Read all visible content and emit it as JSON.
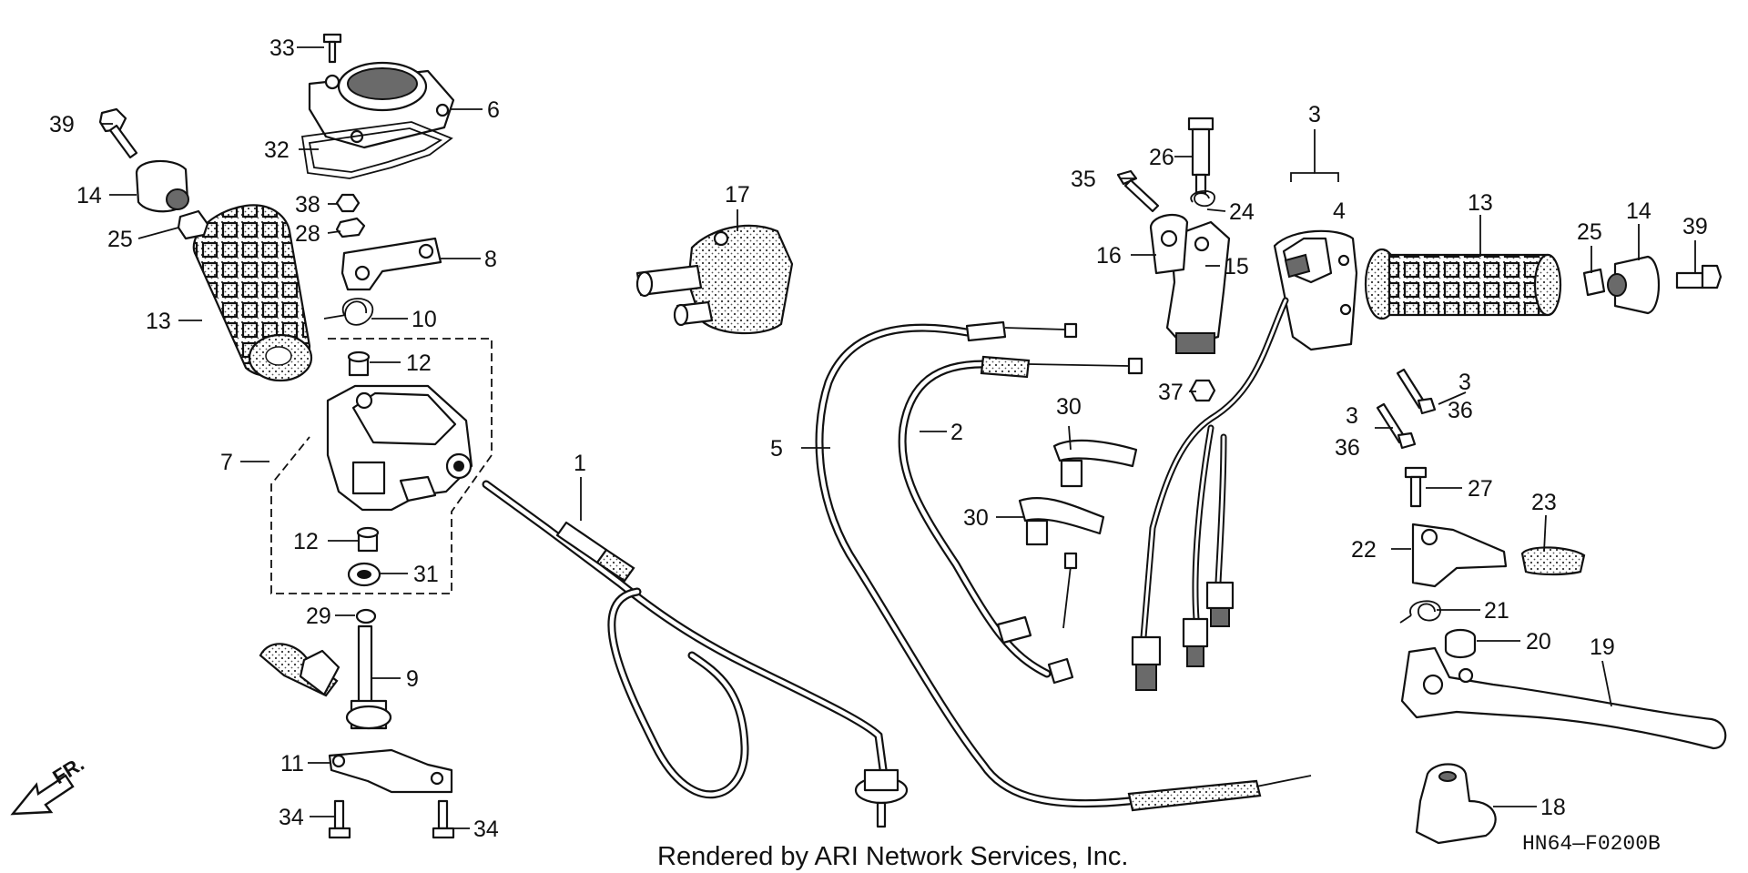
{
  "diagram": {
    "callouts": {
      "c1": "1",
      "c2": "2",
      "c3a": "3",
      "c3b": "3",
      "c3c": "3",
      "c4": "4",
      "c5": "5",
      "c6": "6",
      "c7": "7",
      "c8": "8",
      "c9": "9",
      "c10": "10",
      "c11": "11",
      "c12a": "12",
      "c12b": "12",
      "c13a": "13",
      "c13b": "13",
      "c14a": "14",
      "c14b": "14",
      "c15": "15",
      "c16": "16",
      "c17": "17",
      "c18": "18",
      "c19": "19",
      "c20": "20",
      "c21": "21",
      "c22": "22",
      "c23": "23",
      "c24": "24",
      "c25a": "25",
      "c25b": "25",
      "c26": "26",
      "c27": "27",
      "c28": "28",
      "c29": "29",
      "c30a": "30",
      "c30b": "30",
      "c31": "31",
      "c32": "32",
      "c33": "33",
      "c34a": "34",
      "c34b": "34",
      "c35": "35",
      "c36a": "36",
      "c36b": "36",
      "c37": "37",
      "c38": "38",
      "c39a": "39",
      "c39b": "39"
    },
    "fr_label": "FR.",
    "footer": "Rendered by ARI Network Services, Inc.",
    "diagram_code": "HN64—F0200B"
  },
  "colors": {
    "ink": "#111111",
    "paper": "#ffffff",
    "shade": "#6a6a6a"
  }
}
